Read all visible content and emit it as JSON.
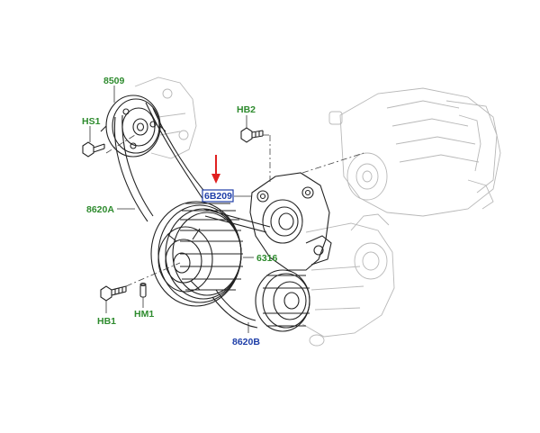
{
  "labels": {
    "p8509": "8509",
    "hs1": "HS1",
    "hb2": "HB2",
    "p6b209": "6B209",
    "p8620a": "8620A",
    "p6316": "6316",
    "hb1": "HB1",
    "hm1": "HM1",
    "p8620b": "8620B"
  },
  "colors": {
    "callout_green": "#2e8b2e",
    "callout_blue": "#1e3ea8",
    "highlight_box": "#1e3ea8",
    "arrow_red": "#e02020",
    "line": "#222222",
    "ghost_part": "#b8b8b8"
  }
}
